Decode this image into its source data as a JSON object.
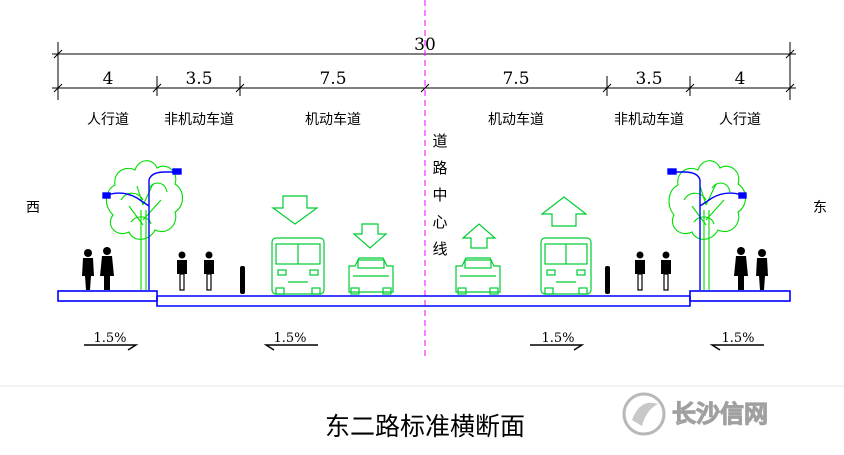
{
  "dimensions": {
    "total": "30",
    "segments": [
      "4",
      "3.5",
      "7.5",
      "7.5",
      "3.5",
      "4"
    ]
  },
  "lanes": [
    "人行道",
    "非机动车道",
    "机动车道",
    "机动车道",
    "非机动车道",
    "人行道"
  ],
  "directions": {
    "west": "西",
    "east": "东"
  },
  "centerline_label": [
    "道",
    "路",
    "中",
    "心",
    "线"
  ],
  "slopes": [
    "1.5%",
    "1.5%",
    "1.5%",
    "1.5%"
  ],
  "title": "东二路标准横断面",
  "watermark": "长沙信网",
  "colors": {
    "road": "#0000ff",
    "tree": "#00dd00",
    "vehicle": "#00cc33",
    "centerline": "#ff00ff",
    "dims": "#000000"
  },
  "icons": [
    "tree-icon",
    "street-lamp-icon",
    "pedestrian-icon",
    "cyclist-icon",
    "bus-icon",
    "car-icon",
    "bollard-icon",
    "arrow-down-icon",
    "arrow-up-icon"
  ]
}
